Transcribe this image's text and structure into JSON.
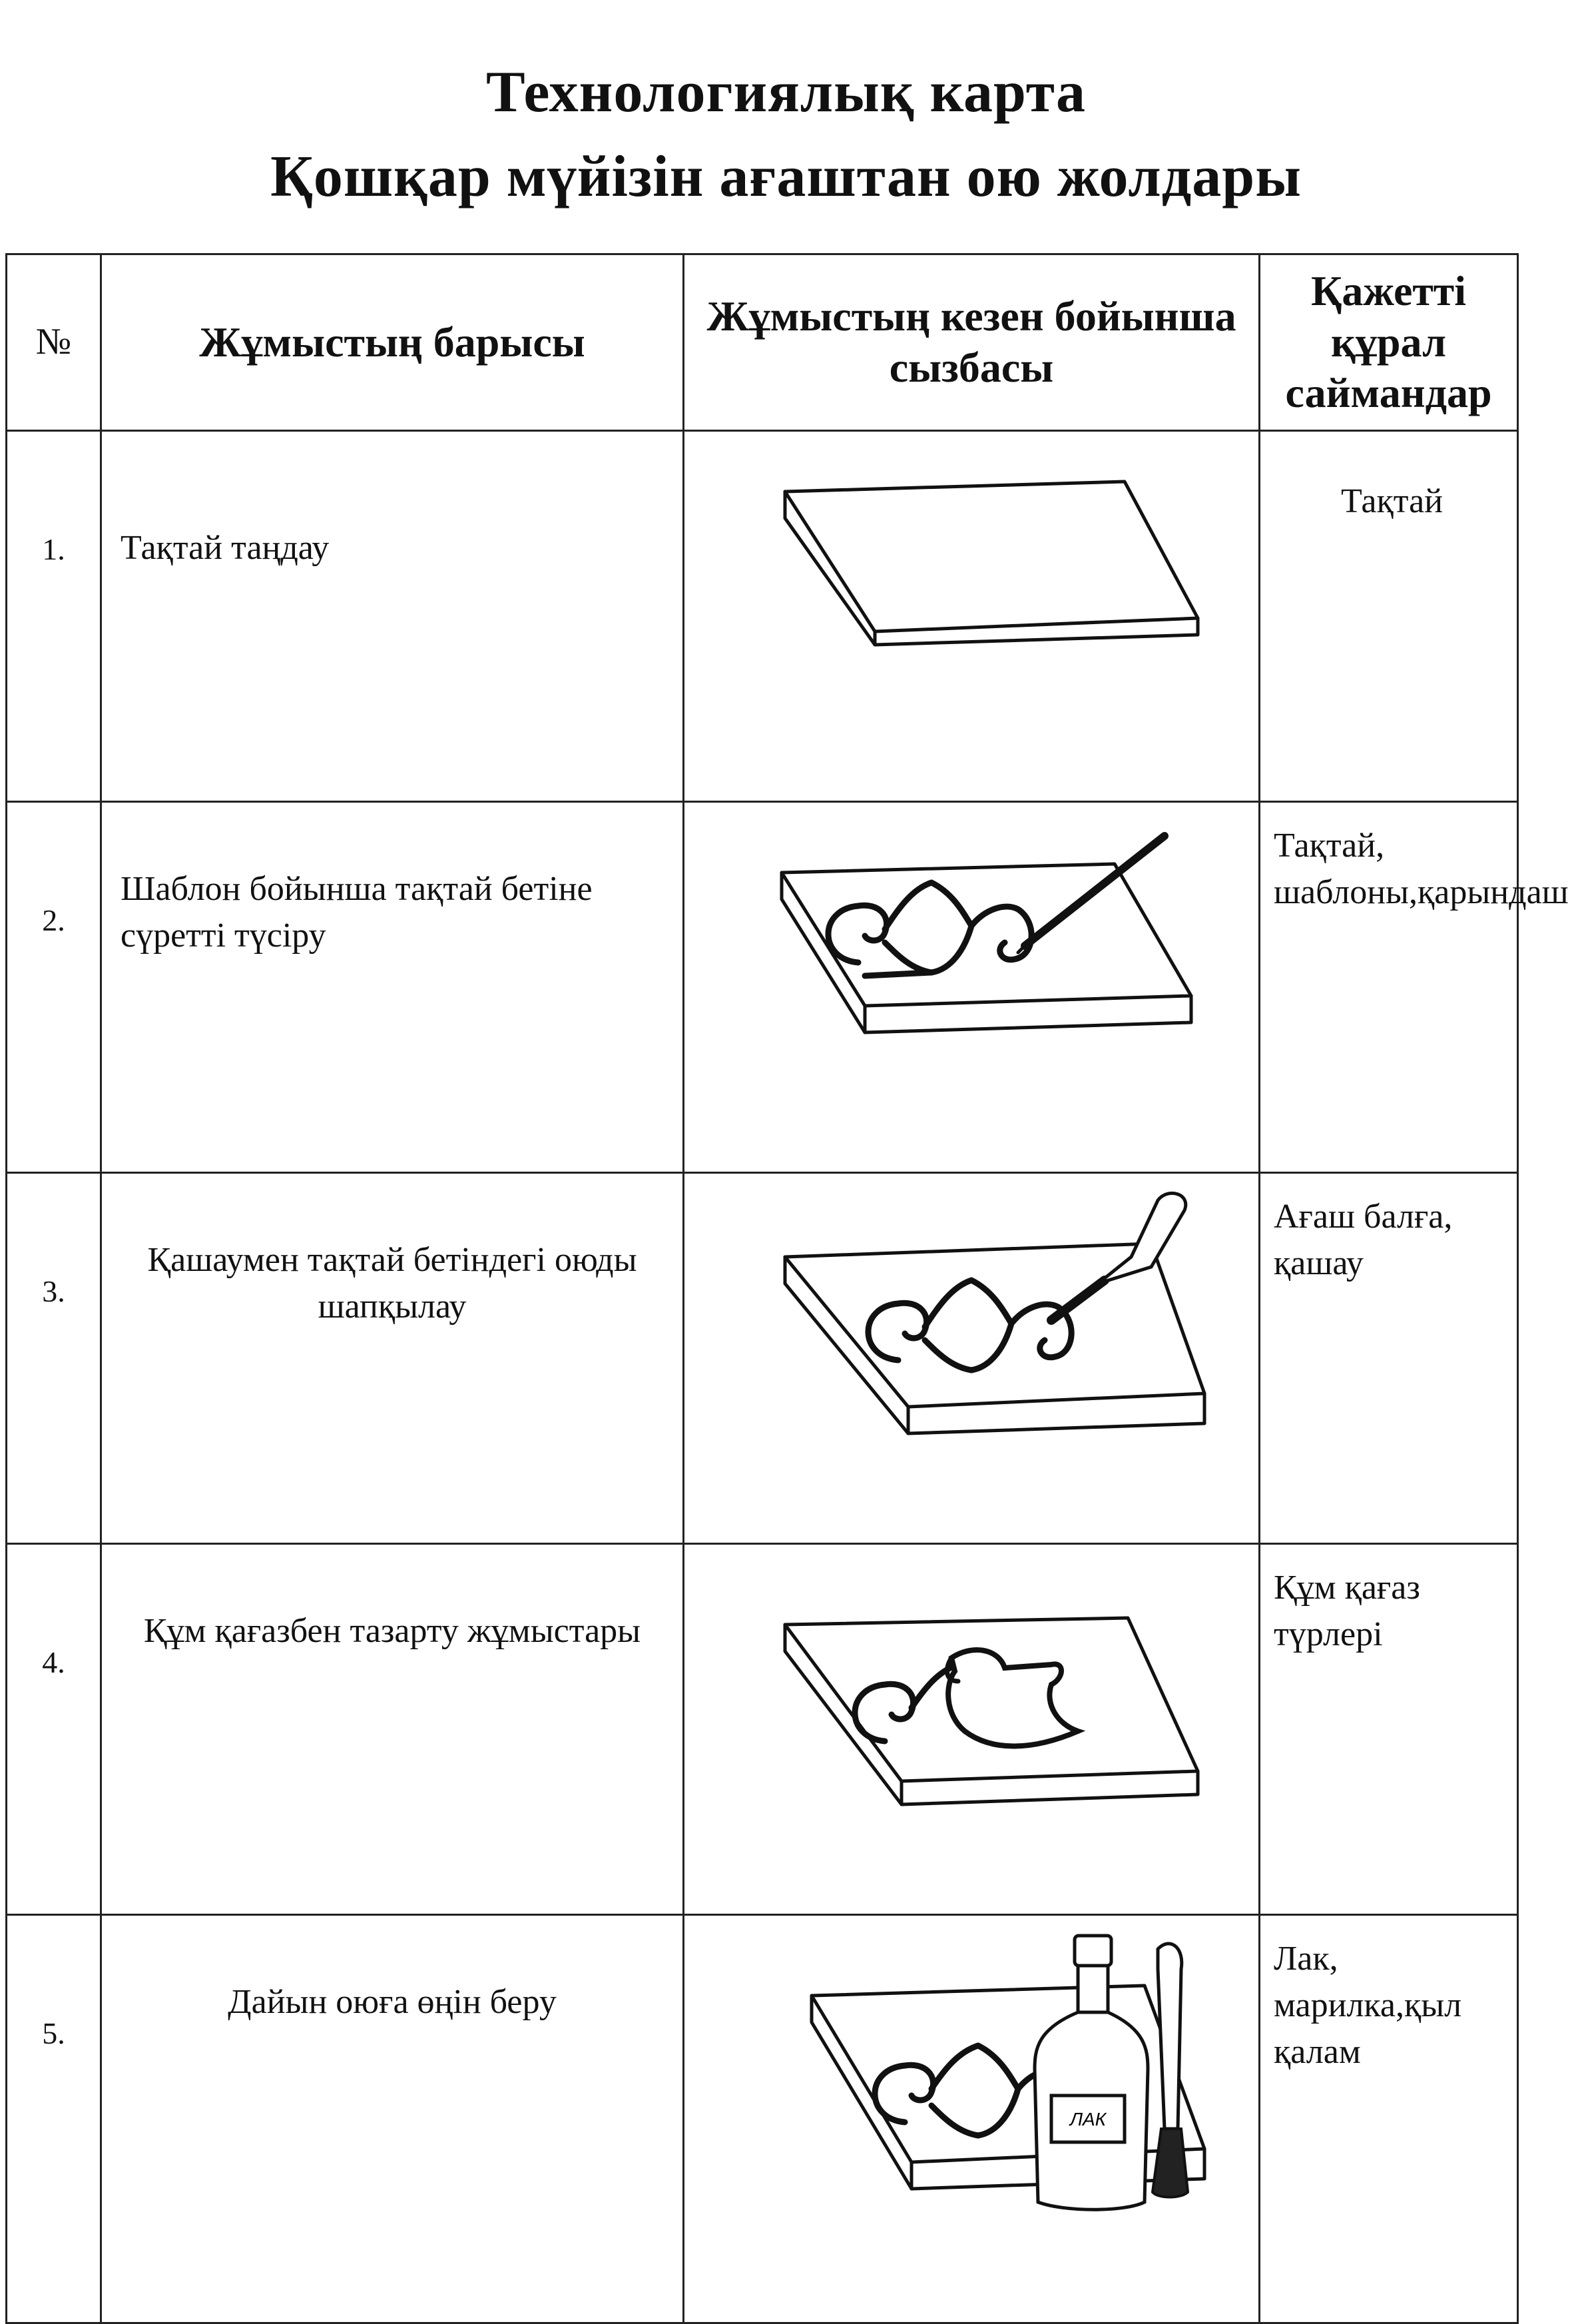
{
  "title": {
    "line1": "Технологиялық карта",
    "line2": "Қошқар мүйізін ағаштан ою жолдары"
  },
  "table": {
    "headers": {
      "number": "№",
      "process": "Жұмыстың барысы",
      "sketch": "Жұмыстың кезен бойынша сызбасы",
      "tools": "Қажетті құрал саймандар"
    },
    "rows": [
      {
        "number": "1.",
        "process": "Тақтай таңдау",
        "tools": "Тақтай"
      },
      {
        "number": "2.",
        "process": "Шаблон бойынша тақтай бетіне сүретті түсіру",
        "tools": "Тақтай, шаблоны,қарындаш"
      },
      {
        "number": "3.",
        "process": "Қашаумен тақтай бетіндегі оюды шапқылау",
        "tools": "Ағаш балға, қашау"
      },
      {
        "number": "4.",
        "process": "Құм қағазбен тазарту жұмыстары",
        "tools": "Құм қағаз түрлері"
      },
      {
        "number": "5.",
        "process": "Дайын оюға өңін беру",
        "tools": "Лак, марилка,қыл қалам"
      }
    ],
    "bottle_label": "ЛАК"
  }
}
